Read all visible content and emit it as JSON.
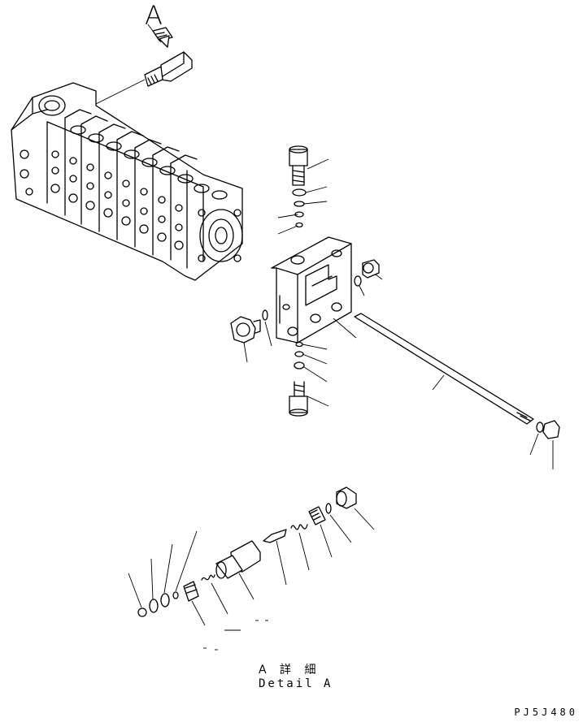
{
  "view": {
    "letter": "A"
  },
  "detail": {
    "title_jp": "A 詳 細",
    "title_en": "Detail A"
  },
  "drawing_code": "PJ5J480",
  "colors": {
    "line": "#000000",
    "background": "#ffffff"
  },
  "icons": {
    "view_arrow": "double-chevron-arrow-icon"
  }
}
